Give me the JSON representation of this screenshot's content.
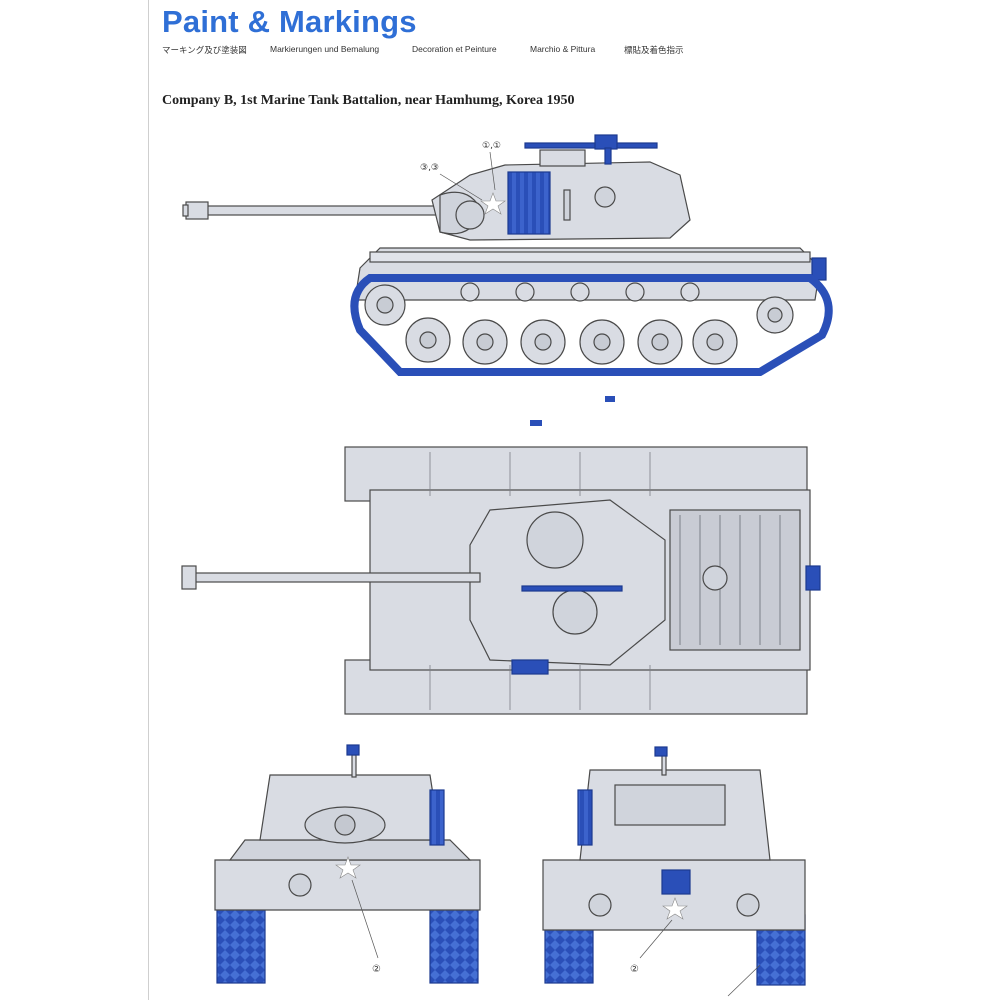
{
  "header": {
    "title": "Paint & Markings",
    "subtitles": [
      "マーキング及び塗装図",
      "Markierungen und Bemalung",
      "Decoration et Peinture",
      "Marchio & Pittura",
      "標貼及着色指示"
    ]
  },
  "scheme": {
    "caption": "Company B, 1st Marine Tank Battalion, near Hamhumg, Korea 1950"
  },
  "callouts": {
    "side_turret_top": "①,①",
    "side_turret_left": "③,③",
    "front_star": "②",
    "rear_star": "②"
  },
  "colors": {
    "title_blue": "#2f6fd6",
    "tank_gray": "#d9dce3",
    "outline": "#4a4a4a",
    "track_blue": "#2a4fb8"
  }
}
